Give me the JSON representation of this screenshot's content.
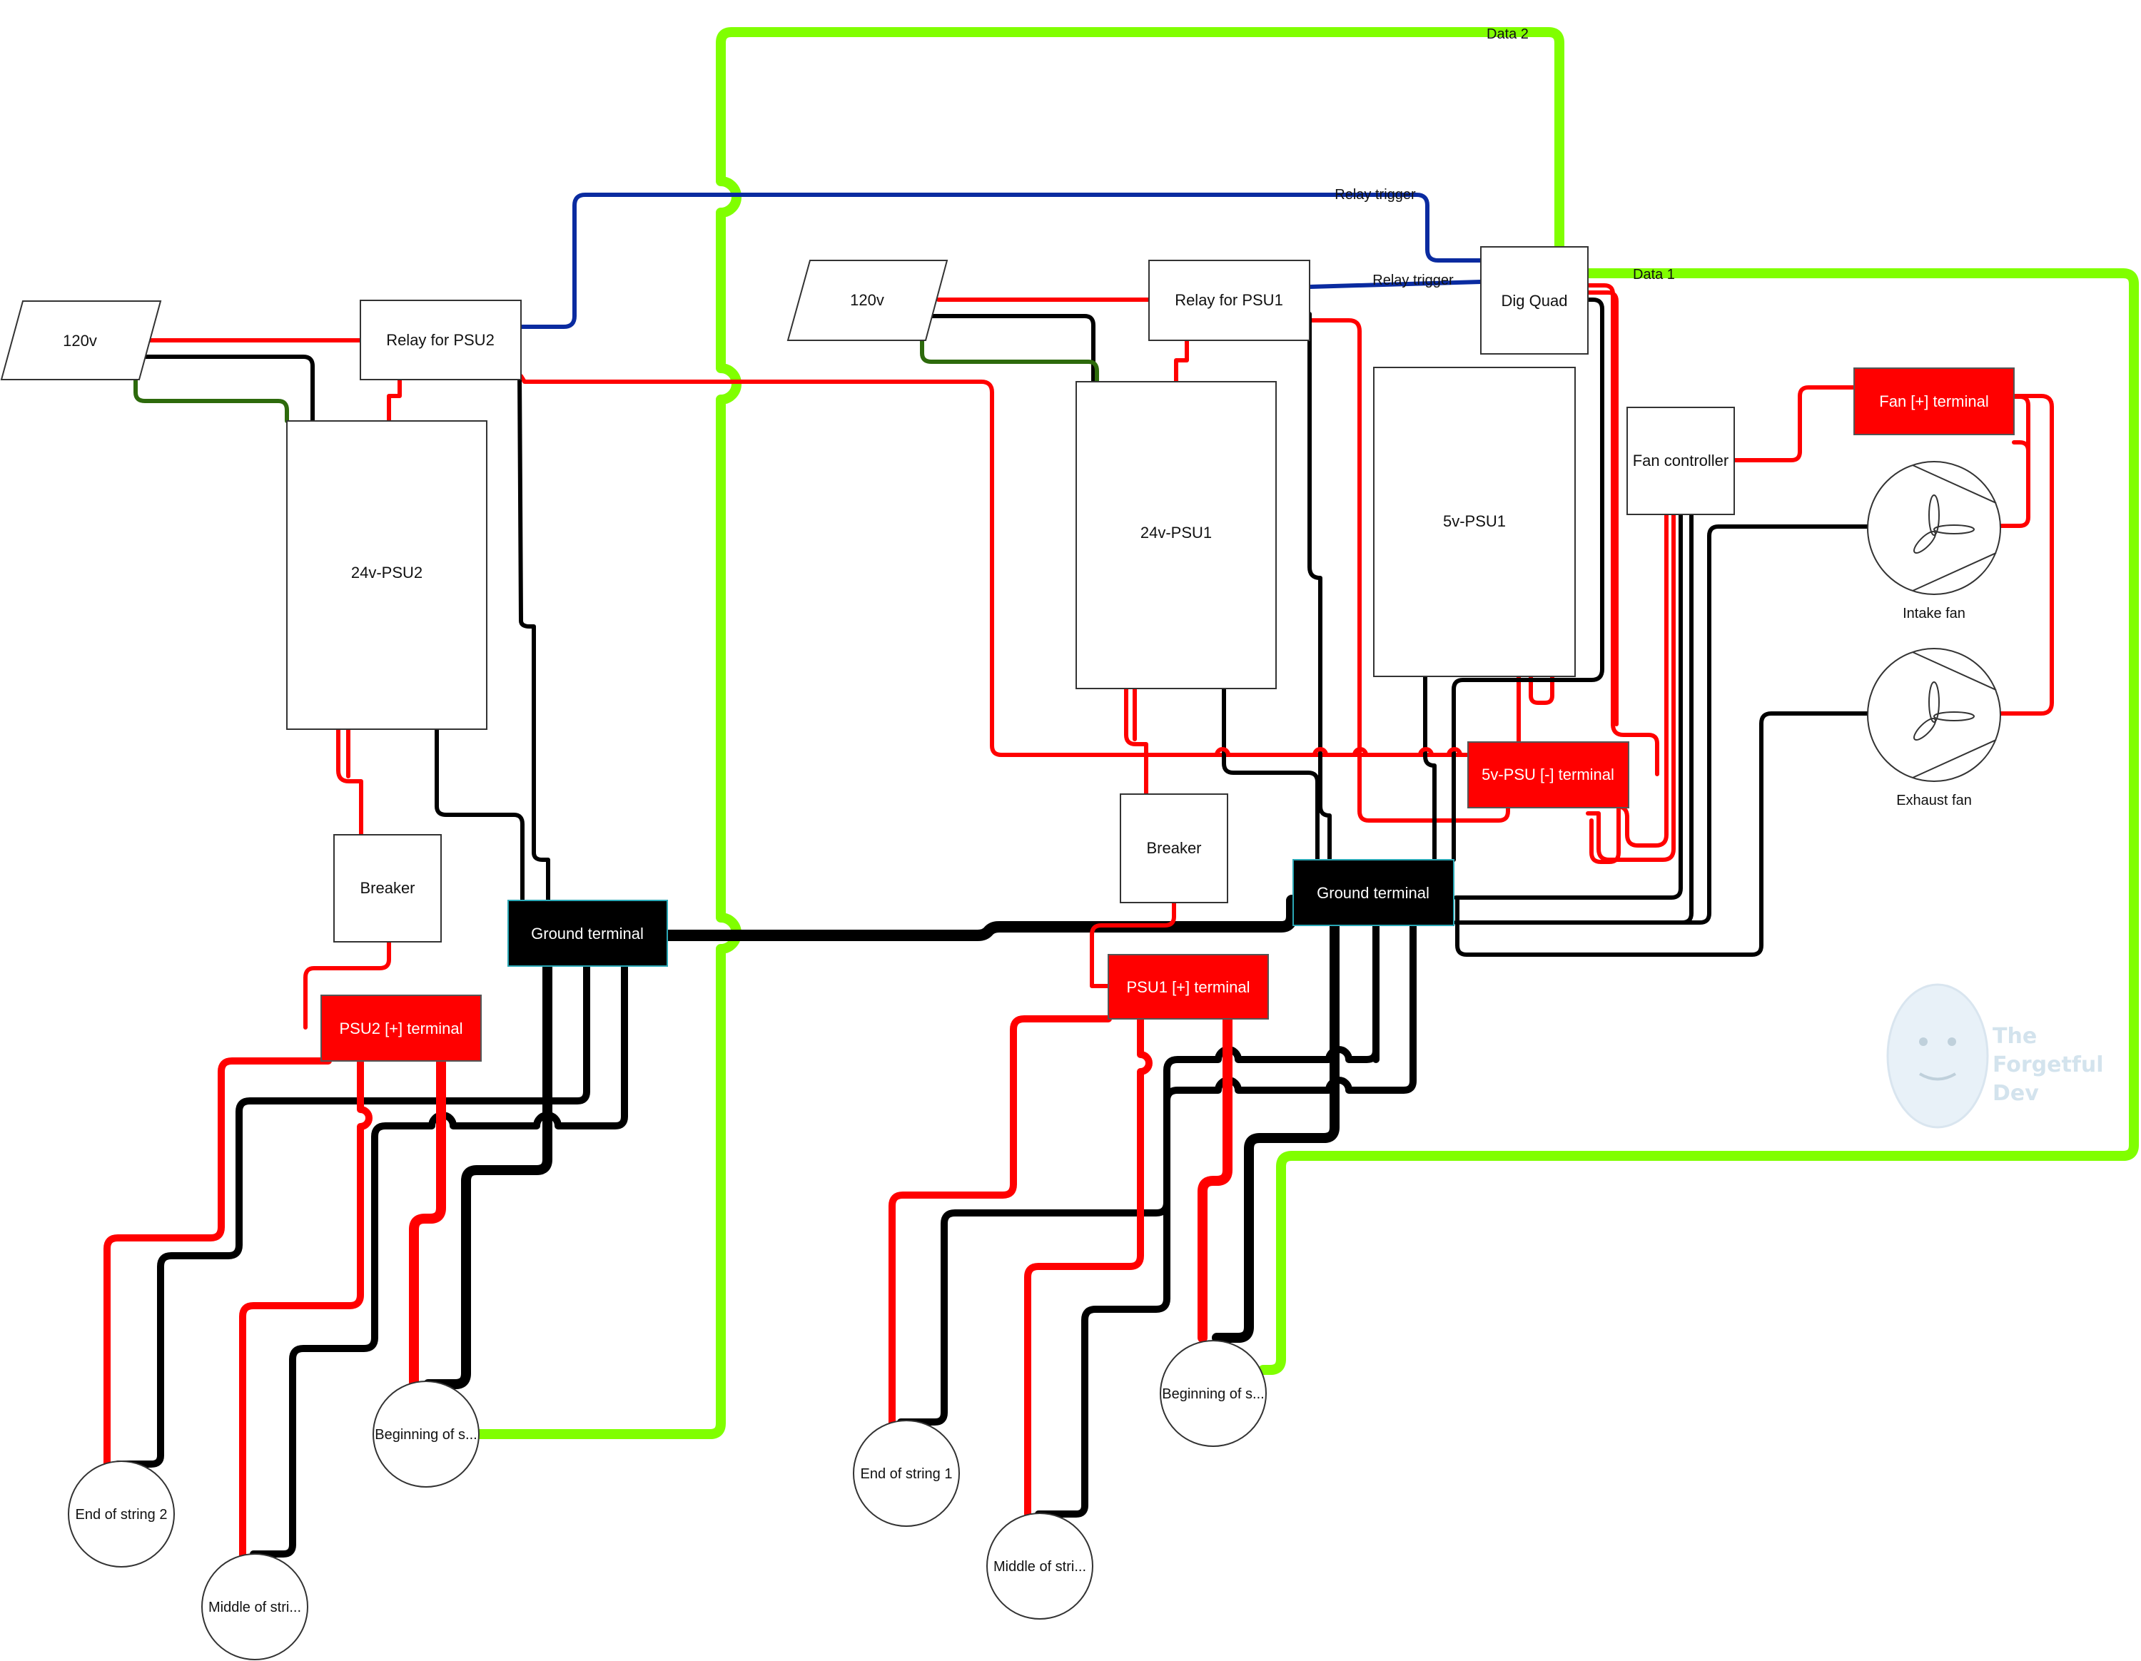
{
  "nodes": {
    "mains_left": "120v",
    "mains_right": "120v",
    "relay_psu2": "Relay for PSU2",
    "relay_psu1": "Relay for PSU1",
    "psu2_24v": "24v-PSU2",
    "psu1_24v": "24v-PSU1",
    "psu1_5v": "5v-PSU1",
    "dig_quad": "Dig Quad",
    "fan_controller": "Fan controller",
    "fan_plus_terminal": "Fan [+] terminal",
    "breaker_left": "Breaker",
    "breaker_right": "Breaker",
    "ground_terminal_left": "Ground terminal",
    "ground_terminal_right": "Ground terminal",
    "psu2_plus_terminal": "PSU2 [+] terminal",
    "psu1_plus_terminal": "PSU1 [+] terminal",
    "psu_5v_minus_terminal": "5v-PSU [-] terminal",
    "intake_fan": "Intake fan",
    "exhaust_fan": "Exhaust fan",
    "end_of_string_2": "End of string 2",
    "middle_of_string_2": "Middle of stri...",
    "beginning_of_string_2": "Beginning of s...",
    "end_of_string_1": "End of string 1",
    "middle_of_string_1": "Middle of stri...",
    "beginning_of_string_1": "Beginning of s..."
  },
  "wire_labels": {
    "data_2": "Data 2",
    "data_1": "Data 1",
    "relay_trigger_top": "Relay trigger",
    "relay_trigger_bottom": "Relay trigger"
  },
  "watermark": {
    "line1": "The",
    "line2": "Forgetful",
    "line3": "Dev"
  },
  "colors": {
    "live_wire": "#ff0000",
    "ground_wire": "#000000",
    "earth_wire": "#2d6a0c",
    "signal_wire": "#0a2ba0",
    "data_wire": "#80ff00",
    "terminal_red": "#ff0000",
    "terminal_black": "#000000"
  }
}
